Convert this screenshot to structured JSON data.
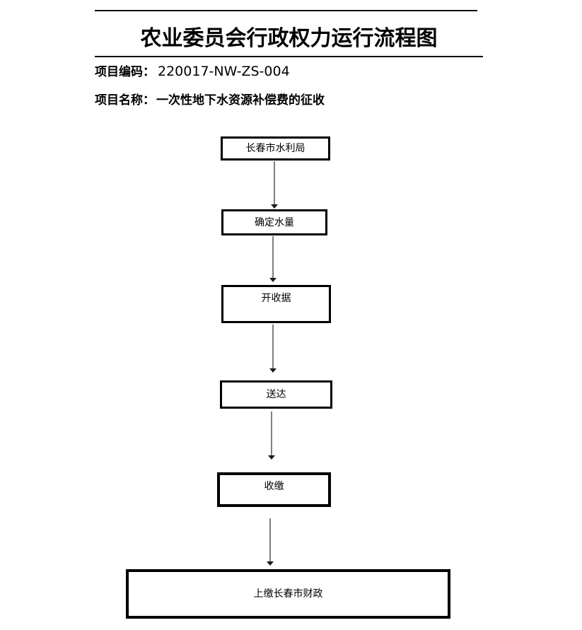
{
  "document": {
    "title": "农业委员会行政权力运行流程图",
    "project_code_label": "项目编码：",
    "project_code_value": "220017-NW-ZS-004",
    "project_name_label": "项目名称：",
    "project_name_value": "一次性地下水资源补偿费的征收"
  },
  "flowchart": {
    "type": "vertical-flow",
    "nodes": [
      {
        "id": "water-bureau",
        "label": "长春市水利局"
      },
      {
        "id": "determine-water-volume",
        "label": "确定水量"
      },
      {
        "id": "issue-receipt",
        "label": "开收据"
      },
      {
        "id": "deliver",
        "label": "送达"
      },
      {
        "id": "collect",
        "label": "收缴"
      },
      {
        "id": "remit-to-finance",
        "label": "上缴长春市财政"
      }
    ],
    "edges": [
      {
        "from": "water-bureau",
        "to": "determine-water-volume"
      },
      {
        "from": "determine-water-volume",
        "to": "issue-receipt"
      },
      {
        "from": "issue-receipt",
        "to": "deliver"
      },
      {
        "from": "deliver",
        "to": "collect"
      },
      {
        "from": "collect",
        "to": "remit-to-finance"
      }
    ]
  },
  "colors": {
    "background": "#ffffff",
    "text": "#000000",
    "box_border": "#000000",
    "rule_line": "#000000",
    "arrow_line": "#7f7f7f",
    "arrow_head": "#1a1a1a"
  }
}
